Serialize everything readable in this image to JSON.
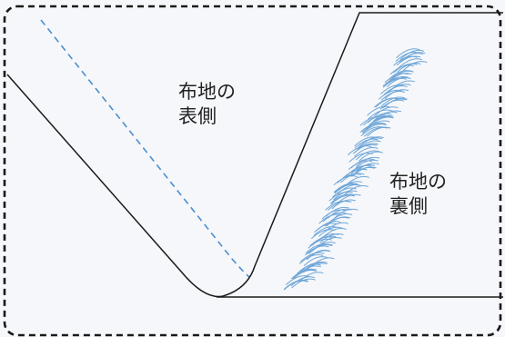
{
  "labels": {
    "front": [
      "布地の",
      "表側"
    ],
    "back": [
      "布地の",
      "裏側"
    ]
  },
  "colors": {
    "background": "#f6f7fa",
    "frame": "#1a1a1a",
    "solid_line": "#1a1a1a",
    "dashed_line": "#4a8fd0",
    "stitch": "#6fa6d8",
    "text": "#222222"
  }
}
